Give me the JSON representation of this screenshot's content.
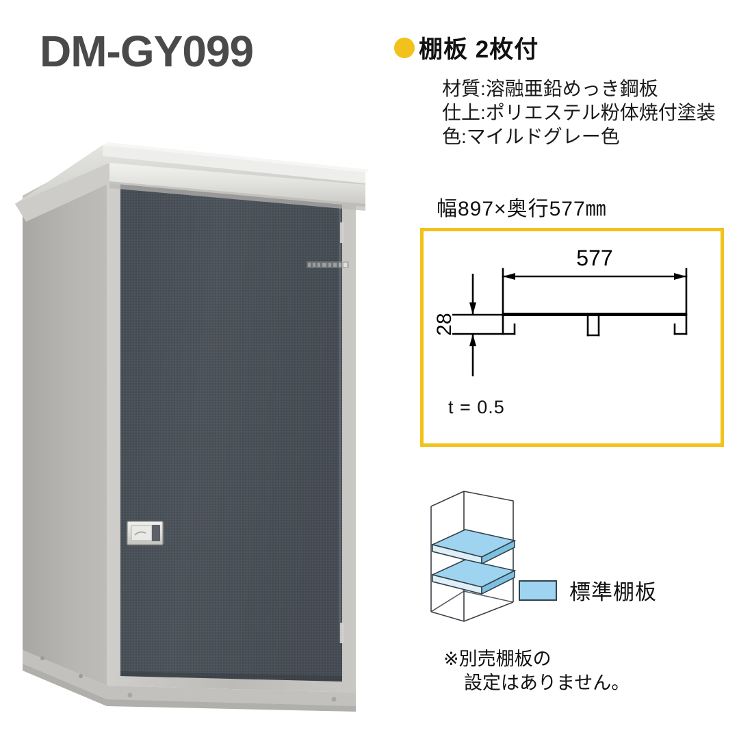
{
  "title": {
    "model_code": "DM-GY099"
  },
  "shelf_headline": {
    "bullet_color": "#f2c21c",
    "label": "棚板 2枚付"
  },
  "specs": {
    "material": "材質:溶融亜鉛めっき鋼板",
    "finish": "仕上:ポリエステル粉体焼付塗装",
    "color": "色:マイルドグレー色"
  },
  "dimension_caption": "幅897×奥行577㎜",
  "drawing": {
    "border_color": "#f2c21c",
    "width_label": "577",
    "height_label": "28",
    "thickness_label": "t = 0.5"
  },
  "shelf_legend": {
    "swatch_color": "#9ed4ef",
    "label": "標準棚板"
  },
  "footnote": {
    "line1": "※別売棚板の",
    "line2": "設定はありません。"
  },
  "product": {
    "body_color": "#b3b2ae",
    "door_color": "#4a5057",
    "top_color": "#dcdcd8",
    "brand_mark": "",
    "shelf_count": 2
  }
}
